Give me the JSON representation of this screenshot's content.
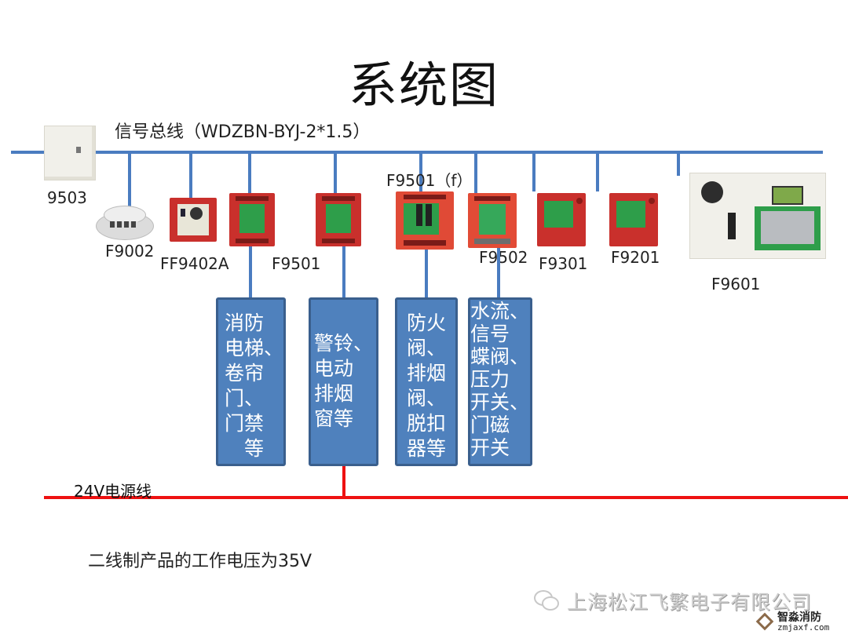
{
  "title": "系统图",
  "signal_bus": {
    "label": "信号总线（WDZBN-BYJ-2*1.5）",
    "color": "#4a7cc0"
  },
  "power_line": {
    "label": "24V电源线",
    "color": "#ee1111"
  },
  "devices": [
    {
      "id": "9503",
      "label": "9503",
      "kind": "wall-module-icon"
    },
    {
      "id": "F9002",
      "label": "F9002",
      "kind": "smoke-detector-icon"
    },
    {
      "id": "FF9402A",
      "label": "FF9402A",
      "kind": "sounder-module-icon"
    },
    {
      "id": "F9501a",
      "label": "",
      "kind": "io-module-icon"
    },
    {
      "id": "F9501",
      "label": "F9501",
      "kind": "io-module-icon"
    },
    {
      "id": "F9501f",
      "label": "F9501（f）",
      "kind": "io-module-icon"
    },
    {
      "id": "F9502",
      "label": "F9502",
      "kind": "input-module-icon"
    },
    {
      "id": "F9301",
      "label": "F9301",
      "kind": "manual-call-point-icon"
    },
    {
      "id": "F9201",
      "label": "F9201",
      "kind": "hydrant-button-icon"
    },
    {
      "id": "F9601",
      "label": "F9601",
      "kind": "display-panel-icon"
    }
  ],
  "controlled_equipment": [
    {
      "text": "消防\n电梯、\n卷帘\n门、\n门禁\n　等"
    },
    {
      "text": "警铃、\n电动\n排烟\n窗等"
    },
    {
      "text": "防火\n阀、\n排烟\n阀、\n脱扣\n器等"
    },
    {
      "text": "水流、\n信号\n蝶阀、\n压力\n开关、\n门磁\n开关"
    }
  ],
  "note": "二线制产品的工作电压为35V",
  "company": "上海松江飞繁电子有限公司",
  "watermark": {
    "name": "智淼消防",
    "site": "zmjaxf.com"
  }
}
